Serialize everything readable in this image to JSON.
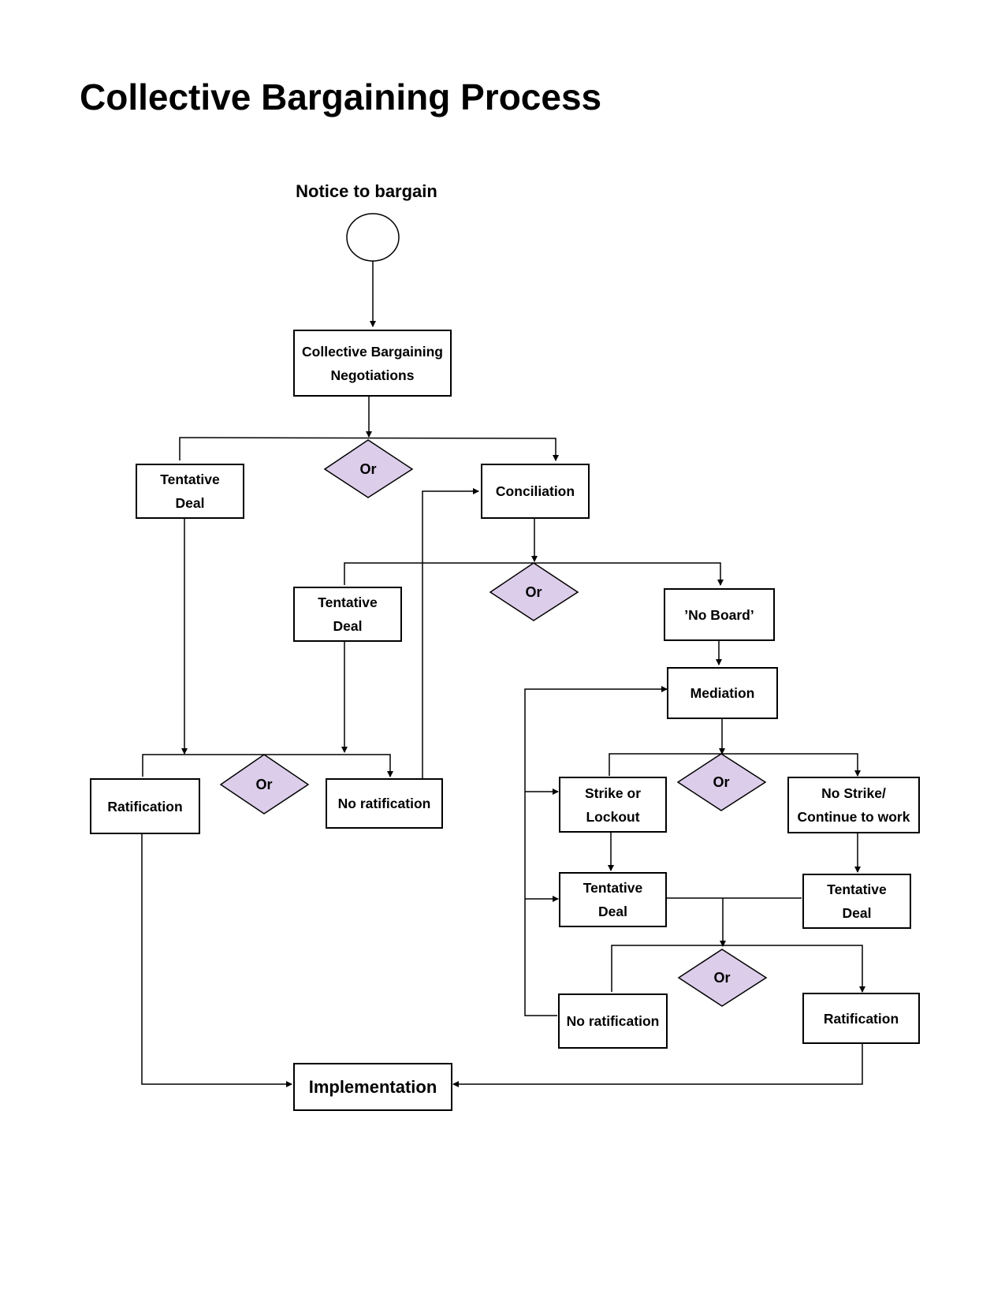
{
  "title": "Collective Bargaining Process",
  "start_label": "Notice to bargain",
  "boxes": {
    "negotiations": "Collective Bargaining\nNegotiations",
    "tentative_deal_1": "Tentative\nDeal",
    "conciliation": "Conciliation",
    "tentative_deal_2": "Tentative\nDeal",
    "no_board": "’No Board’",
    "mediation": "Mediation",
    "ratification_1": "Ratification",
    "no_ratification_1": "No ratification",
    "strike_or_lockout": "Strike or\nLockout",
    "no_strike": "No Strike/\nContinue to work",
    "tentative_deal_3": "Tentative\nDeal",
    "tentative_deal_4": "Tentative\nDeal",
    "no_ratification_2": "No ratification",
    "ratification_2": "Ratification",
    "implementation": "Implementation"
  },
  "decisions": [
    "Or",
    "Or",
    "Or",
    "Or",
    "Or"
  ],
  "colors": {
    "decision_fill": "#dccdea",
    "decision_stroke": "#000000",
    "line": "#000000"
  }
}
